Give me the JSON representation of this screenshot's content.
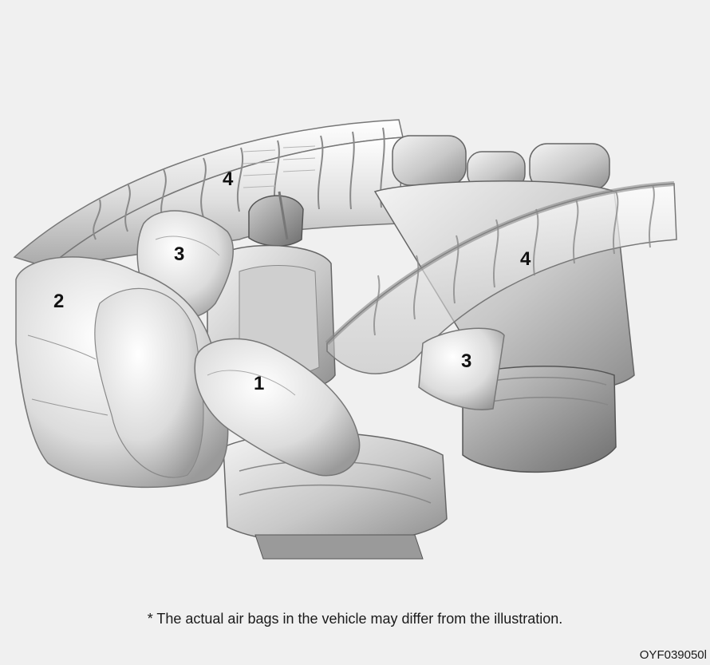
{
  "callouts": {
    "front_airbag_passenger": "1",
    "front_airbag_driver": "2",
    "side_airbag_front": "3",
    "side_airbag_rear": "3",
    "curtain_airbag_left": "4",
    "curtain_airbag_right": "4"
  },
  "caption": "* The actual air bags in the vehicle may differ from the illustration.",
  "figure_code": "OYF039050l"
}
